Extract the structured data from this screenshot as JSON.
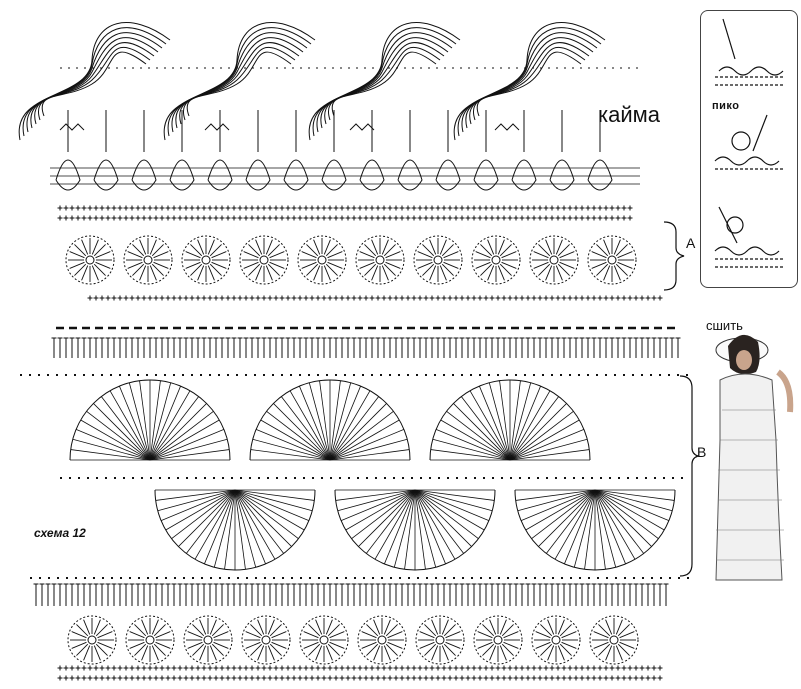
{
  "labels": {
    "border": "кайма",
    "picot": "пико",
    "sew": "сшить",
    "section_a": "A",
    "section_b": "B",
    "scheme": "схема 12"
  },
  "colors": {
    "ink": "#111111",
    "paper": "#ffffff",
    "photo_bg": "#f3f3f3"
  },
  "pattern": {
    "border_waves": 4,
    "top_fan_columns": 15,
    "motif_rows": 2,
    "motifs_per_row": 10,
    "large_fans_row1": 3,
    "large_fans_row2": 3
  },
  "icons": [
    "crochet-hook-icon",
    "picot-step-icon",
    "model-photo-icon"
  ]
}
